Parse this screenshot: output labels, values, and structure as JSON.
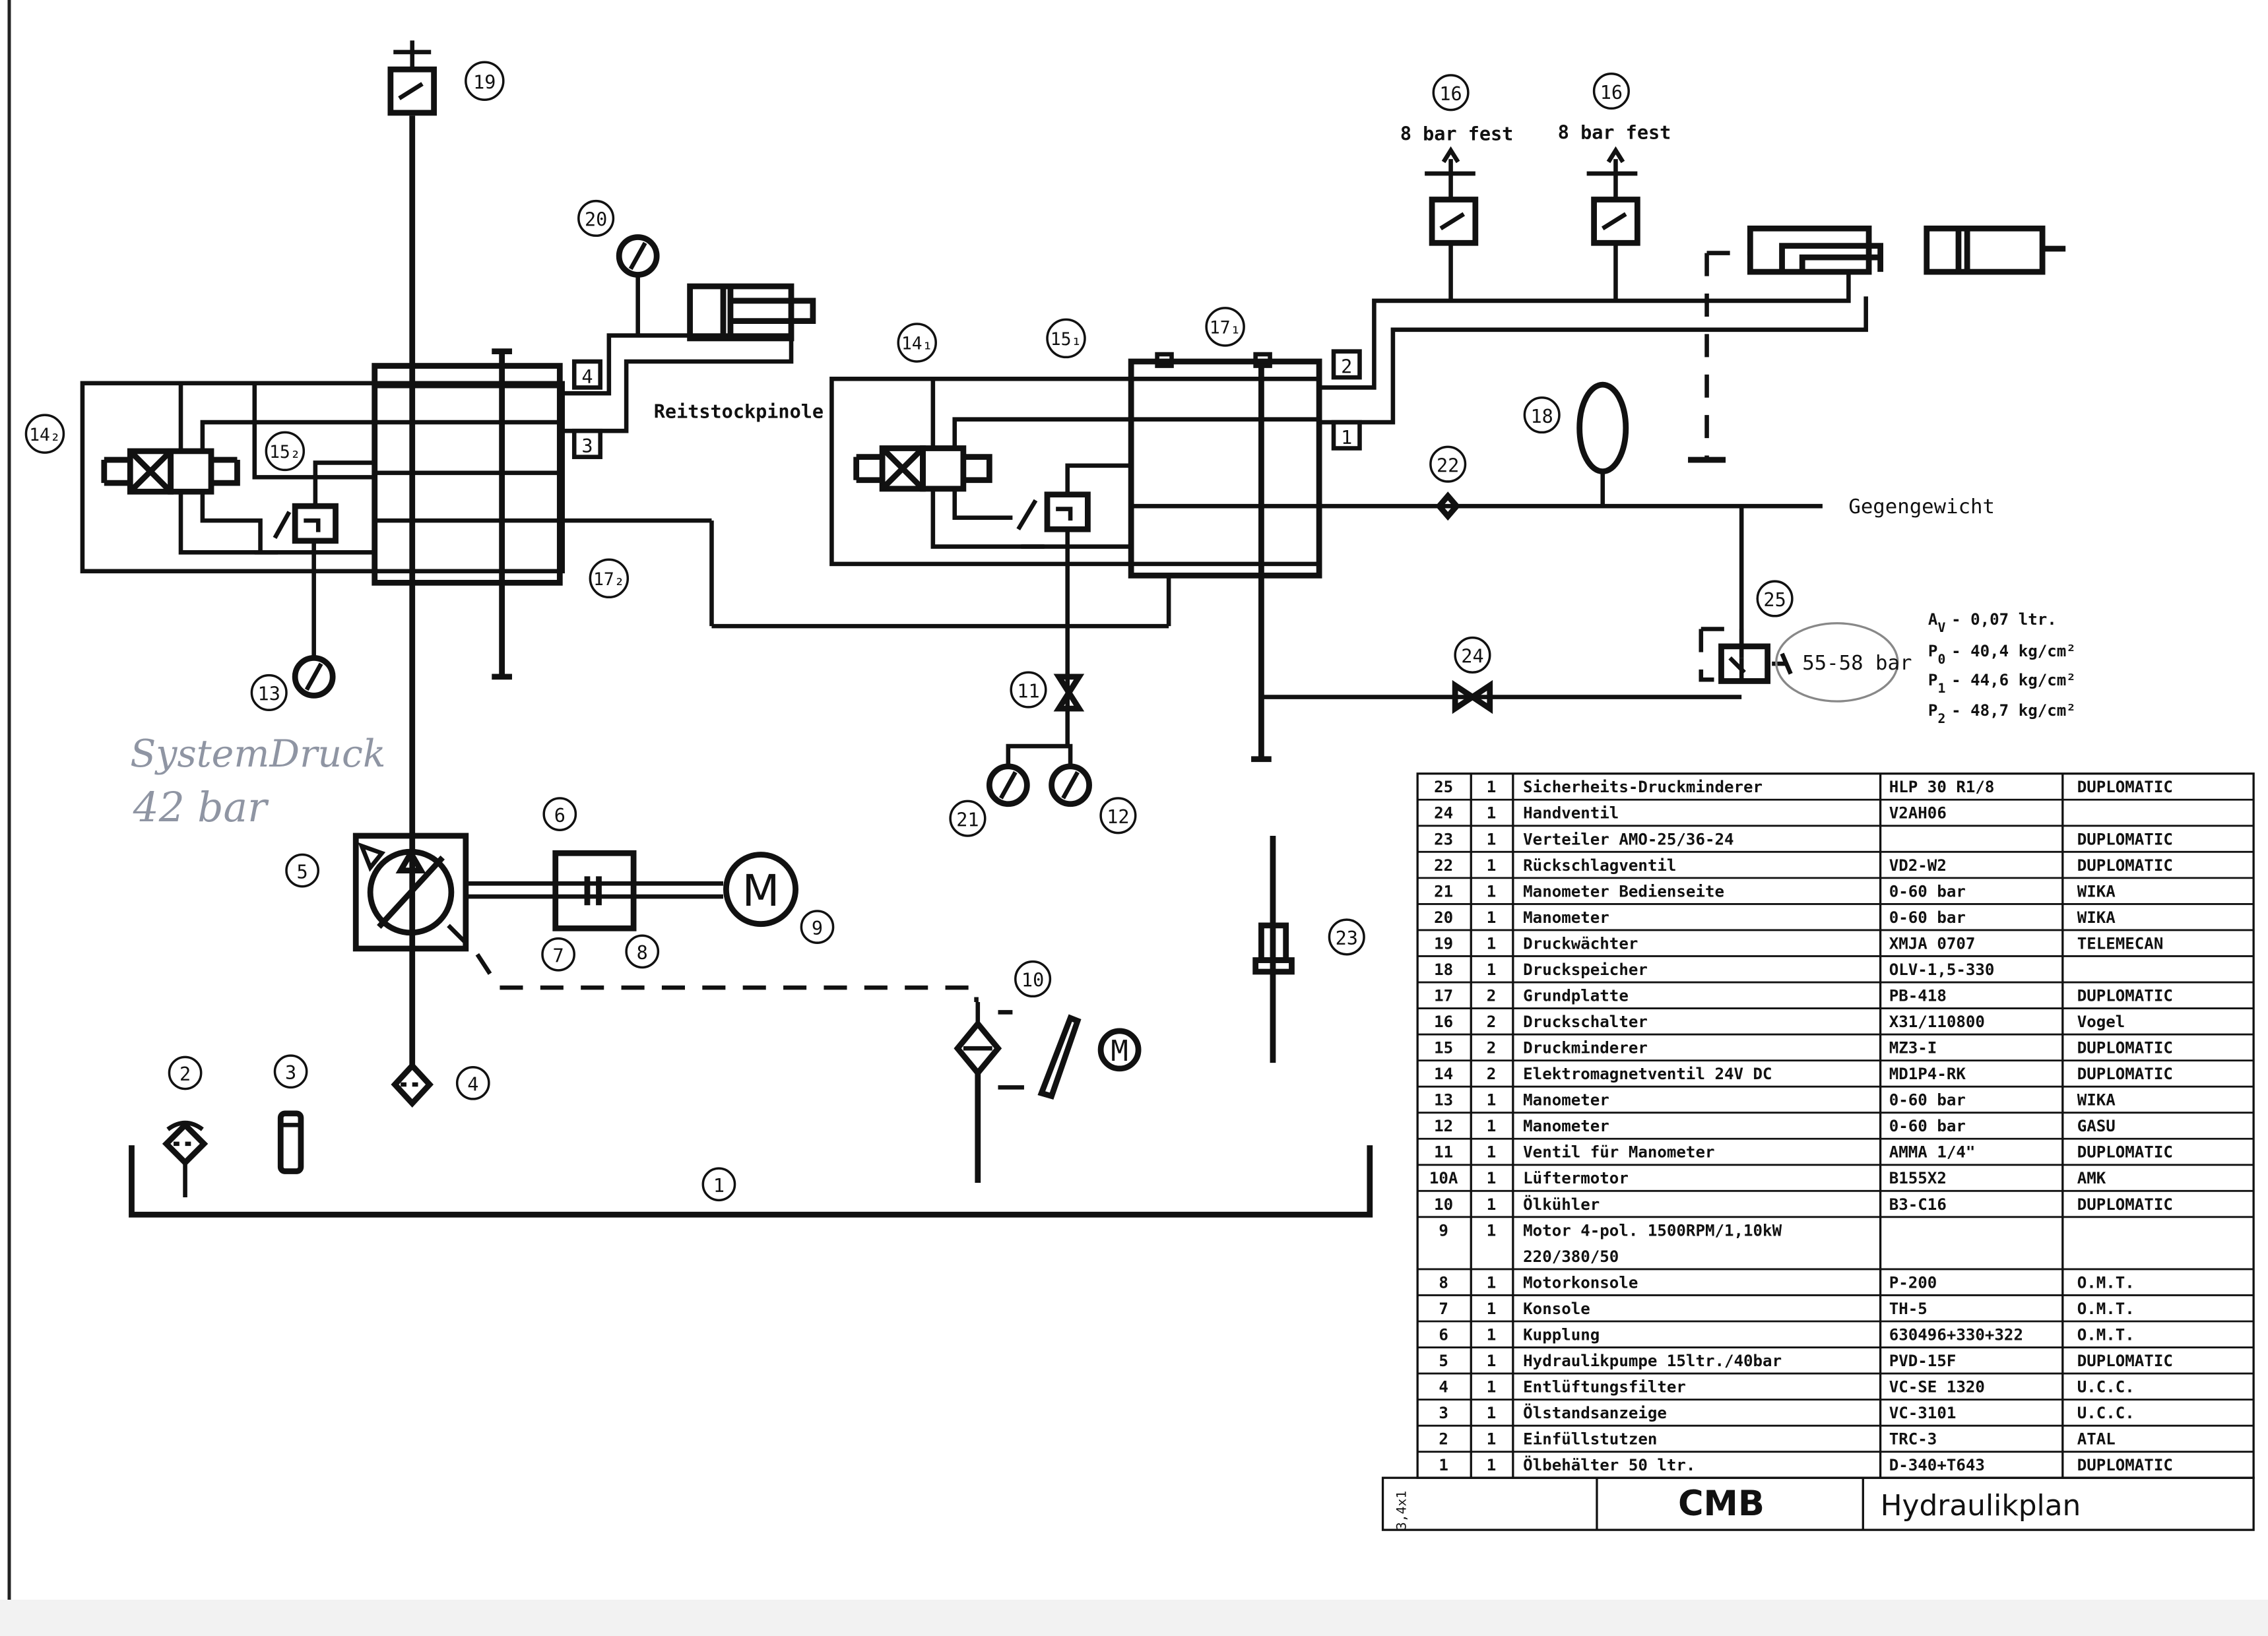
{
  "bubbles": [
    {
      "label": "1"
    },
    {
      "label": "2"
    },
    {
      "label": "3"
    },
    {
      "label": "4"
    },
    {
      "label": "5"
    },
    {
      "label": "6"
    },
    {
      "label": "7"
    },
    {
      "label": "8"
    },
    {
      "label": "9"
    },
    {
      "label": "10"
    },
    {
      "label": "11"
    },
    {
      "label": "12"
    },
    {
      "label": "13"
    },
    {
      "label": "14₂"
    },
    {
      "label": "15₂"
    },
    {
      "label": "14₁"
    },
    {
      "label": "15₁"
    },
    {
      "label": "17₁"
    },
    {
      "label": "17₂"
    },
    {
      "label": "16"
    },
    {
      "label": "16"
    },
    {
      "label": "18"
    },
    {
      "label": "19"
    },
    {
      "label": "20"
    },
    {
      "label": "21"
    },
    {
      "label": "22"
    },
    {
      "label": "23"
    },
    {
      "label": "24"
    },
    {
      "label": "25"
    },
    {
      "label": "M"
    }
  ],
  "ports": [
    "4",
    "3",
    "2",
    "1"
  ],
  "labels": {
    "reitstock": "Reitstockpinole",
    "gegengewicht": "Gegengewicht",
    "bar_fest": "8 bar fest",
    "pressure_range": "55-58 bar",
    "motor_symbol": "M"
  },
  "accumulator_notes": [
    {
      "sym": "A",
      "sub": "V",
      "text": "- 0,07 ltr."
    },
    {
      "sym": "P",
      "sub": "0",
      "text": "- 40,4 kg/cm²"
    },
    {
      "sym": "P",
      "sub": "1",
      "text": "- 44,6 kg/cm²"
    },
    {
      "sym": "P",
      "sub": "2",
      "text": "- 48,7 kg/cm²"
    }
  ],
  "handwriting": {
    "line1": "SystemDruck",
    "line2": "42 bar"
  },
  "parts_list": [
    {
      "pos": "25",
      "qty": "1",
      "name": "Sicherheits-Druckminderer",
      "type": "HLP 30 R1/8",
      "maker": "DUPLOMATIC"
    },
    {
      "pos": "24",
      "qty": "1",
      "name": "Handventil",
      "type": "V2AH06",
      "maker": ""
    },
    {
      "pos": "23",
      "qty": "1",
      "name": "Verteiler AMO-25/36-24",
      "type": "",
      "maker": "DUPLOMATIC"
    },
    {
      "pos": "22",
      "qty": "1",
      "name": "Rückschlagventil",
      "type": "VD2-W2",
      "maker": "DUPLOMATIC"
    },
    {
      "pos": "21",
      "qty": "1",
      "name": "Manometer Bedienseite",
      "type": "0-60 bar",
      "maker": "WIKA"
    },
    {
      "pos": "20",
      "qty": "1",
      "name": "Manometer",
      "type": "0-60 bar",
      "maker": "WIKA"
    },
    {
      "pos": "19",
      "qty": "1",
      "name": "Druckwächter",
      "type": "XMJA 0707",
      "maker": "TELEMECAN"
    },
    {
      "pos": "18",
      "qty": "1",
      "name": "Druckspeicher",
      "type": "OLV-1,5-330",
      "maker": ""
    },
    {
      "pos": "17",
      "qty": "2",
      "name": "Grundplatte",
      "type": "PB-418",
      "maker": "DUPLOMATIC"
    },
    {
      "pos": "16",
      "qty": "2",
      "name": "Druckschalter",
      "type": "X31/110800",
      "maker": "Vogel"
    },
    {
      "pos": "15",
      "qty": "2",
      "name": "Druckminderer",
      "type": "MZ3-I",
      "maker": "DUPLOMATIC"
    },
    {
      "pos": "14",
      "qty": "2",
      "name": "Elektromagnetventil 24V DC",
      "type": "MD1P4-RK",
      "maker": "DUPLOMATIC"
    },
    {
      "pos": "13",
      "qty": "1",
      "name": "Manometer",
      "type": "0-60 bar",
      "maker": "WIKA"
    },
    {
      "pos": "12",
      "qty": "1",
      "name": "Manometer",
      "type": "0-60 bar",
      "maker": "GASU"
    },
    {
      "pos": "11",
      "qty": "1",
      "name": "Ventil für Manometer",
      "type": "AMMA 1/4\"",
      "maker": "DUPLOMATIC"
    },
    {
      "pos": "10A",
      "qty": "1",
      "name": "Lüftermotor",
      "type": "B155X2",
      "maker": "AMK"
    },
    {
      "pos": "10",
      "qty": "1",
      "name": "Ölkühler",
      "type": "B3-C16",
      "maker": "DUPLOMATIC"
    },
    {
      "pos": "9",
      "qty": "1",
      "name": "Motor 4-pol. 1500RPM/1,10kW",
      "type": "",
      "maker": ""
    },
    {
      "pos": "",
      "qty": "",
      "name": "220/380/50",
      "type": "",
      "maker": ""
    },
    {
      "pos": "8",
      "qty": "1",
      "name": "Motorkonsole",
      "type": "P-200",
      "maker": "O.M.T."
    },
    {
      "pos": "7",
      "qty": "1",
      "name": "Konsole",
      "type": "TH-5",
      "maker": "O.M.T."
    },
    {
      "pos": "6",
      "qty": "1",
      "name": "Kupplung",
      "type": "630496+330+322",
      "maker": "O.M.T."
    },
    {
      "pos": "5",
      "qty": "1",
      "name": "Hydraulikpumpe 15ltr./40bar",
      "type": "PVD-15F",
      "maker": "DUPLOMATIC"
    },
    {
      "pos": "4",
      "qty": "1",
      "name": "Entlüftungsfilter",
      "type": "VC-SE 1320",
      "maker": "U.C.C."
    },
    {
      "pos": "3",
      "qty": "1",
      "name": "Ölstandsanzeige",
      "type": "VC-3101",
      "maker": "U.C.C."
    },
    {
      "pos": "2",
      "qty": "1",
      "name": "Einfüllstutzen",
      "type": "TRC-3",
      "maker": "ATAL"
    },
    {
      "pos": "1",
      "qty": "1",
      "name": "Ölbehälter 50 ltr.",
      "type": "D-340+T643",
      "maker": "DUPLOMATIC"
    }
  ],
  "title_block": {
    "logo": "CMB",
    "title": "Hydraulikplan",
    "margin_code": "3,4x1"
  }
}
